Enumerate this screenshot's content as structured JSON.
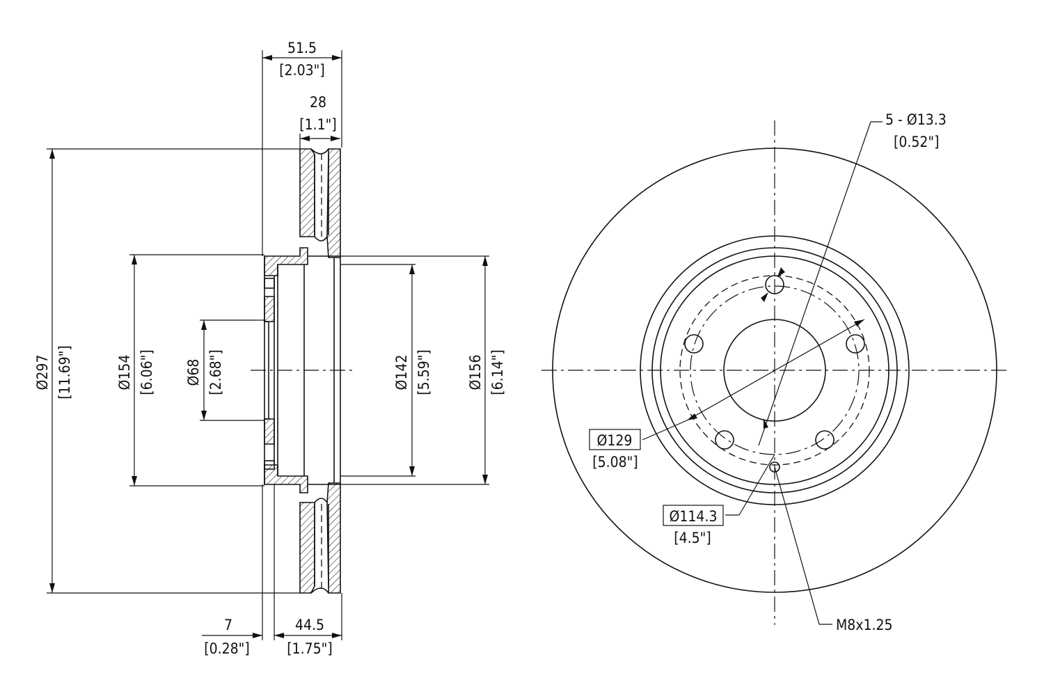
{
  "side_view": {
    "overall_width": {
      "mm": "51.5",
      "in": "[2.03\"]"
    },
    "friction_width": {
      "mm": "28",
      "in": "[1.1\"]"
    },
    "outer_diameter": {
      "mm": "Ø297",
      "in": "[11.69\"]"
    },
    "hat_diameter": {
      "mm": "Ø154",
      "in": "[6.06\"]"
    },
    "center_bore": {
      "mm": "Ø68",
      "in": "[2.68\"]"
    },
    "inner_diameter": {
      "mm": "Ø142",
      "in": "[5.59\"]"
    },
    "hat_outer_diameter": {
      "mm": "Ø156",
      "in": "[6.14\"]"
    },
    "hat_thickness": {
      "mm": "7",
      "in": "[0.28\"]"
    },
    "hat_height": {
      "mm": "44.5",
      "in": "[1.75\"]"
    }
  },
  "front_view": {
    "bolt_holes": {
      "mm": "5 - Ø13.3",
      "in": "[0.52\"]"
    },
    "pilot_diameter": {
      "mm": "Ø129",
      "in": "[5.08\"]"
    },
    "bolt_circle": {
      "mm": "Ø114.3",
      "in": "[4.5\"]"
    },
    "screw_thread": {
      "label": "M8x1.25"
    }
  }
}
